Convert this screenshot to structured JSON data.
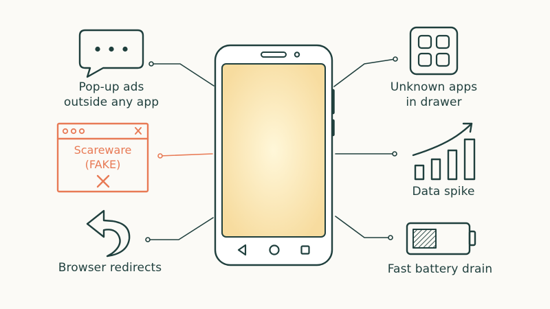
{
  "colors": {
    "ink": "#1f3f3d",
    "accent": "#e87a55",
    "screen_center": "#fff7d9",
    "screen_edge": "#f7dc9f",
    "background": "#fbfaf6"
  },
  "phone": {
    "nav_icons": [
      "back-triangle-icon",
      "home-circle-icon",
      "recents-square-icon"
    ]
  },
  "signs": {
    "popup_ads": {
      "icon": "chat-bubble-icon",
      "lines": [
        "Pop-up ads",
        "outside any app"
      ]
    },
    "scareware": {
      "icon": "browser-window-icon",
      "lines": [
        "Scareware",
        "(FAKE)"
      ]
    },
    "browser_redirects": {
      "icon": "redirect-arrow-icon",
      "lines": [
        "Browser redirects"
      ]
    },
    "unknown_apps": {
      "icon": "app-grid-icon",
      "lines": [
        "Unknown apps",
        "in drawer"
      ]
    },
    "data_spike": {
      "icon": "bar-chart-up-icon",
      "lines": [
        "Data spike"
      ]
    },
    "battery_drain": {
      "icon": "low-battery-icon",
      "lines": [
        "Fast battery drain"
      ]
    }
  }
}
